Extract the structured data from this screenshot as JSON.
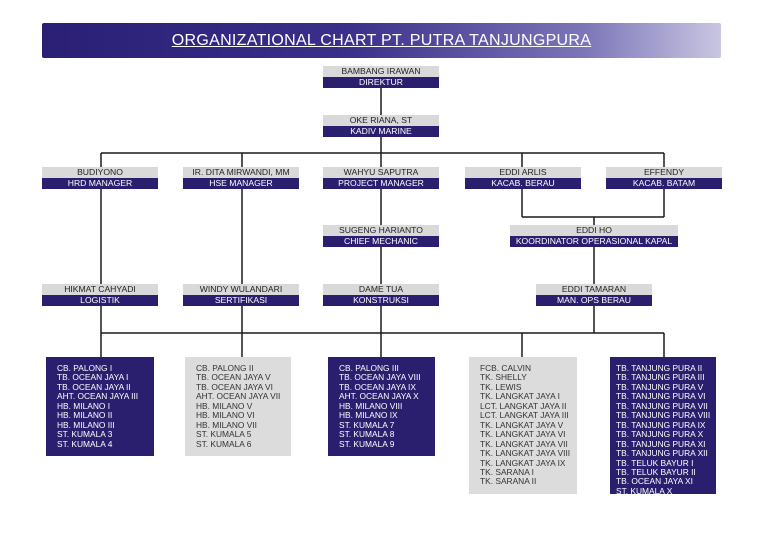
{
  "title": "ORGANIZATIONAL CHART PT. PUTRA TANJUNGPURA",
  "nodes": {
    "direktur": {
      "name": "BAMBANG IRAWAN",
      "role": "DIREKTUR"
    },
    "kadiv": {
      "name": "OKE RIANA, ST",
      "role": "KADIV MARINE"
    },
    "hrd": {
      "name": "BUDIYONO",
      "role": "HRD MANAGER"
    },
    "hse": {
      "name": "IR. DITA MIRWANDI, MM",
      "role": "HSE MANAGER"
    },
    "pm": {
      "name": "WAHYU SAPUTRA",
      "role": "PROJECT MANAGER"
    },
    "berau": {
      "name": "EDDI ARLIS",
      "role": "KACAB. BERAU"
    },
    "batam": {
      "name": "EFFENDY",
      "role": "KACAB. BATAM"
    },
    "mechanic": {
      "name": "SUGENG HARIANTO",
      "role": "CHIEF MECHANIC"
    },
    "koordinator": {
      "name": "EDDI HO",
      "role": "KOORDINATOR OPERASIONAL KAPAL"
    },
    "logistik": {
      "name": "HIKMAT CAHYADI",
      "role": "LOGISTIK"
    },
    "sertifikasi": {
      "name": "WINDY WULANDARI",
      "role": "SERTIFIKASI"
    },
    "konstruksi": {
      "name": "DAME TUA",
      "role": "KONSTRUKSI"
    },
    "manops": {
      "name": "EDDI TAMARAN",
      "role": "MAN. OPS BERAU"
    }
  },
  "lists": [
    [
      "CB. PALONG I",
      "TB. OCEAN JAYA I",
      "TB. OCEAN JAYA II",
      "AHT. OCEAN JAYA III",
      "HB. MILANO I",
      "HB. MILANO II",
      "HB. MILANO III",
      "ST. KUMALA 3",
      "ST. KUMALA 4"
    ],
    [
      "CB. PALONG II",
      "TB. OCEAN JAYA V",
      "TB. OCEAN JAYA VI",
      "AHT. OCEAN JAYA VII",
      "HB. MILANO V",
      "HB. MILANO VI",
      "HB. MILANO VII",
      "ST. KUMALA 5",
      "ST. KUMALA 6"
    ],
    [
      "CB. PALONG III",
      "TB. OCEAN JAYA VIII",
      "TB. OCEAN JAYA IX",
      "AHT. OCEAN JAYA X",
      "HB. MILANO VIII",
      "HB. MILANO IX",
      "ST. KUMALA 7",
      "ST. KUMALA 8",
      "ST. KUMALA 9"
    ],
    [
      "FCB. CALVIN",
      "TK. SHELLY",
      "TK. LEWIS",
      "TK. LANGKAT JAYA I",
      "LCT. LANGKAT JAYA II",
      "LCT. LANGKAT JAYA III",
      "TK. LANGKAT JAYA V",
      "TK. LANGKAT JAYA VI",
      "TK. LANGKAT JAYA VII",
      "TK. LANGKAT JAYA VIII",
      "TK. LANGKAT JAYA IX",
      "TK. SARANA I",
      "TK. SARANA II"
    ],
    [
      "TB. TANJUNG PURA II",
      "TB. TANJUNG PURA III",
      "TB. TANJUNG PURA V",
      "TB. TANJUNG PURA VI",
      "TB. TANJUNG PURA VII",
      "TB. TANJUNG PURA VIII",
      "TB. TANJUNG PURA IX",
      "TB. TANJUNG PURA X",
      "TB. TANJUNG PURA XI",
      "TB. TANJUNG PURA XII",
      "TB. TELUK BAYUR I",
      "TB. TELUK BAYUR II",
      "TB. OCEAN JAYA XI",
      "ST. KUMALA X"
    ]
  ]
}
